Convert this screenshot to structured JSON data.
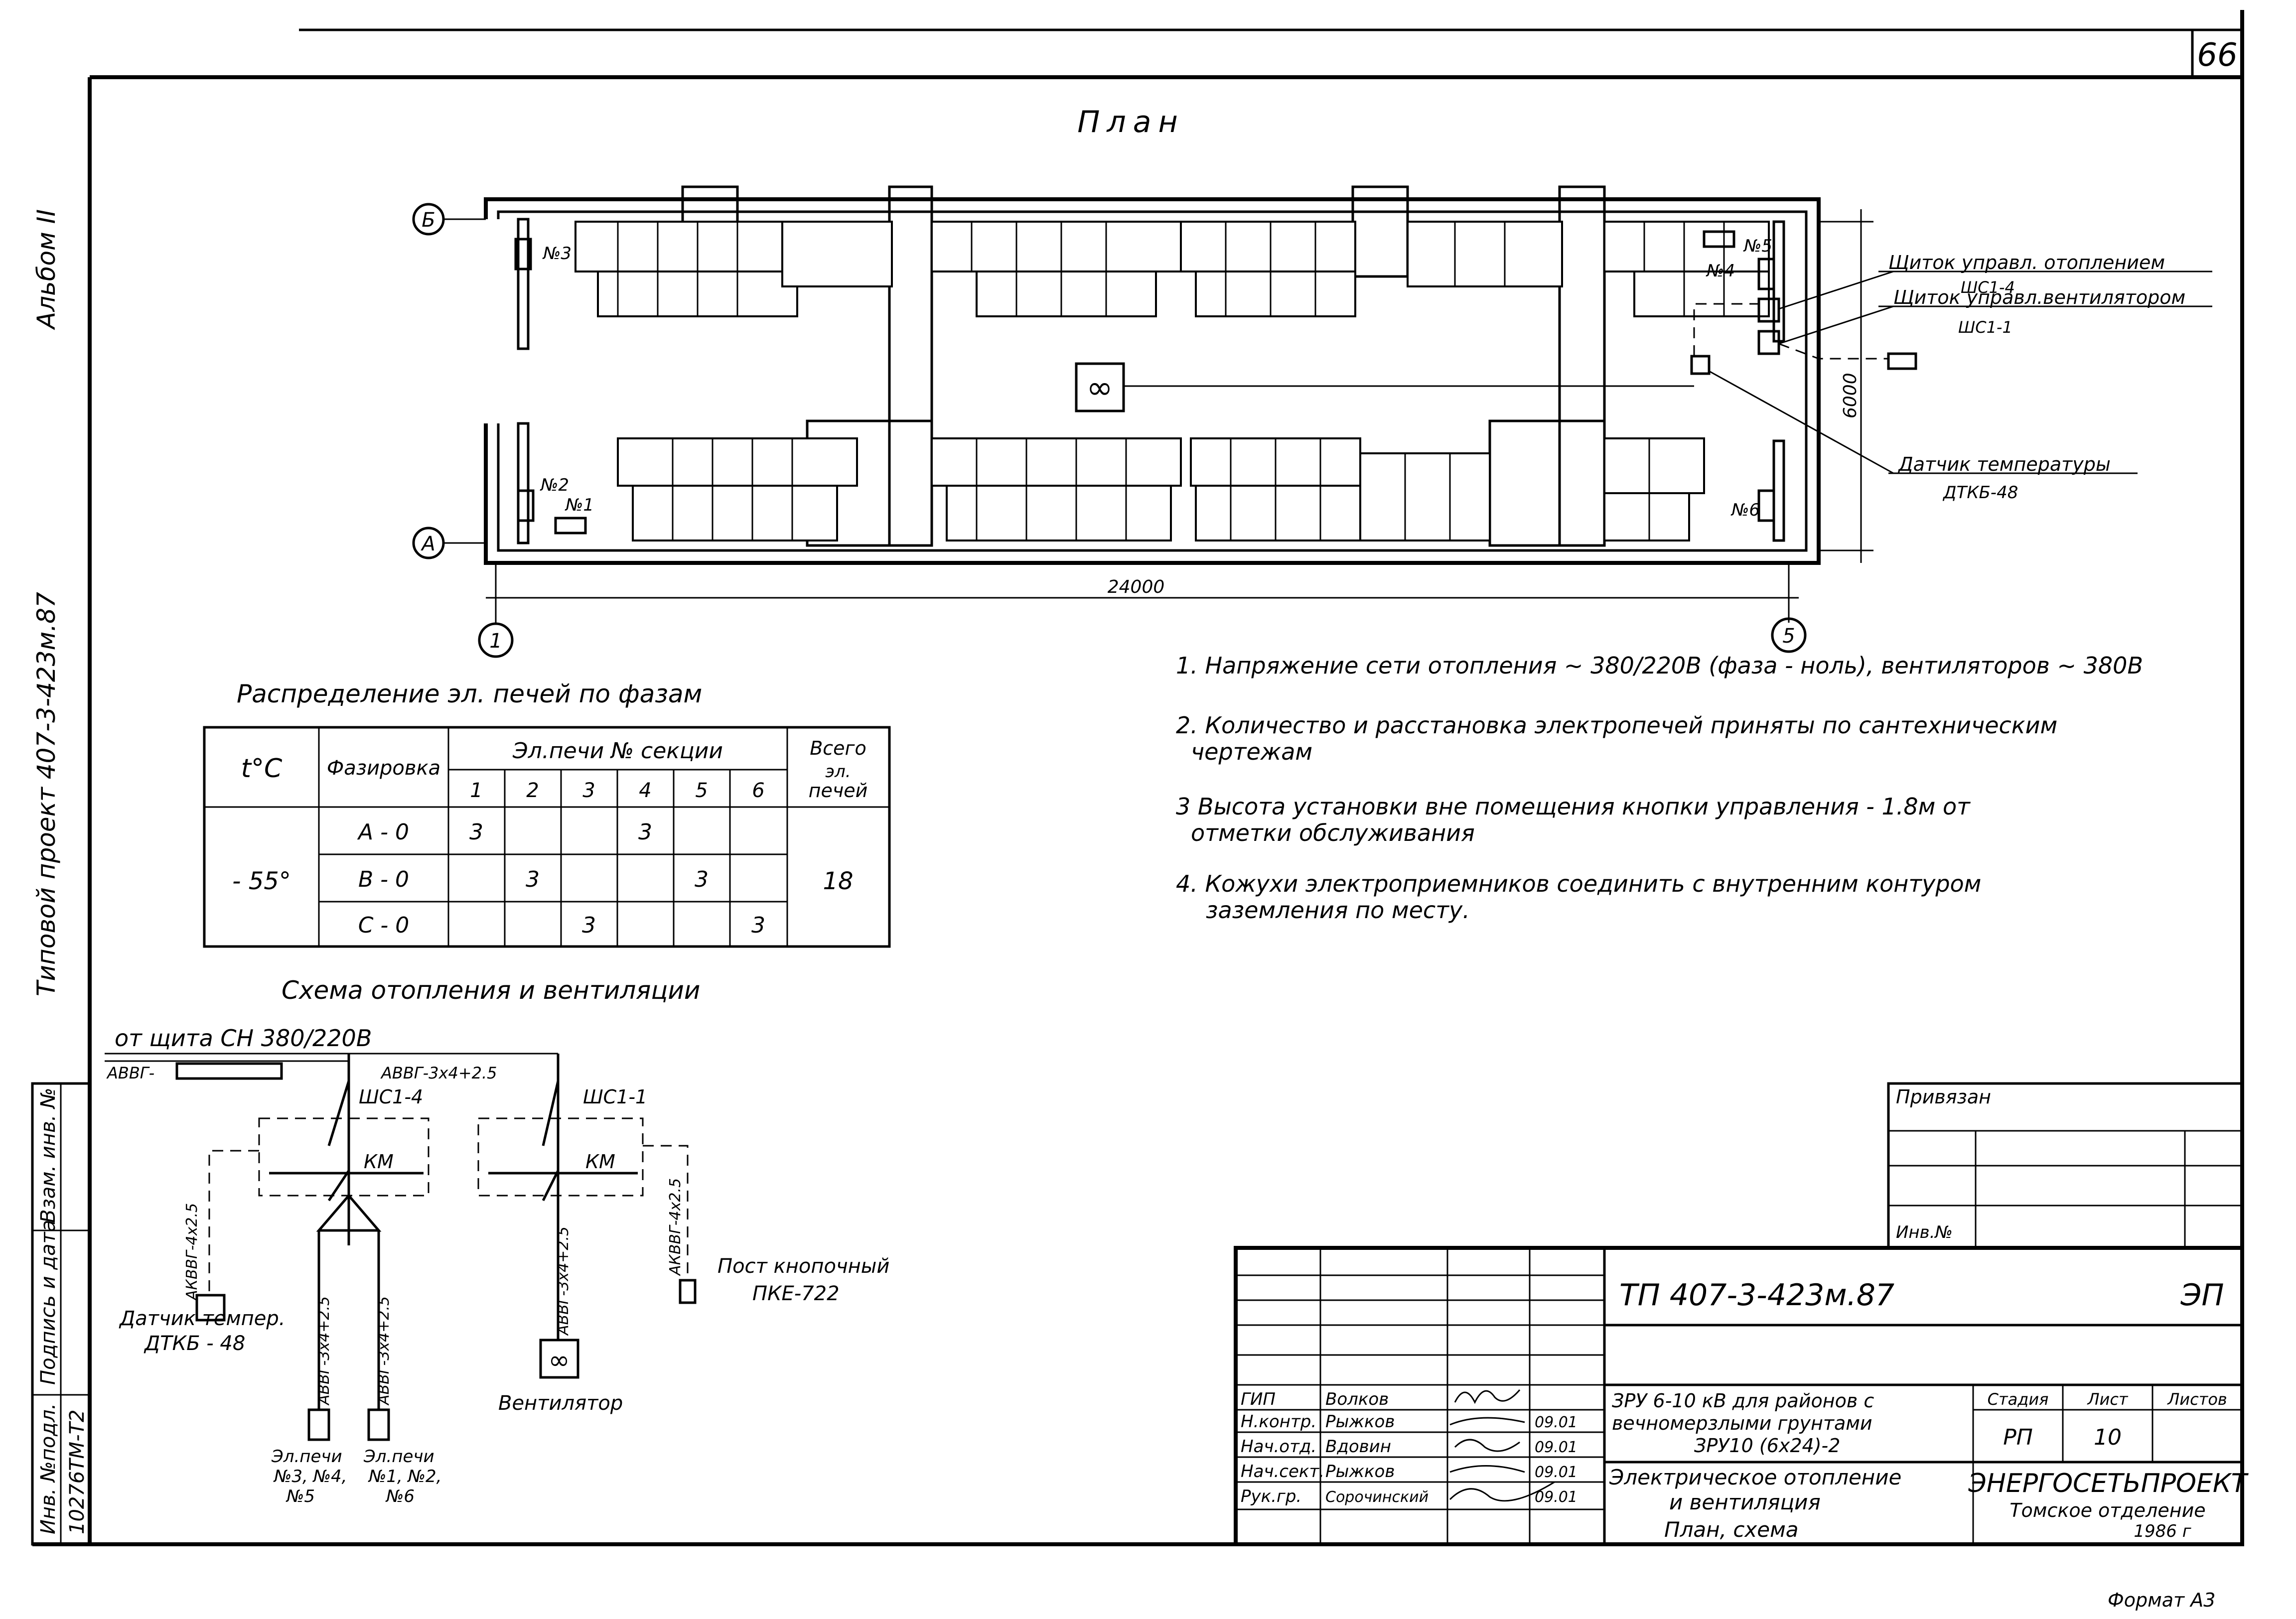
{
  "sheet_number": "66",
  "side_album": "Альбом II",
  "side_project": "Типовой проект 407-3-423м.87",
  "side_stamp_labels": [
    "Инв. №подл.",
    "Подпись и дата",
    "Взам. инв. №"
  ],
  "side_stamp_value": "10276ТМ-Т2",
  "plan": {
    "title": "План",
    "axis_b": "Б",
    "axis_a": "А",
    "axis_1": "1",
    "axis_5": "5",
    "dim_length": "24000",
    "dim_width": "6000",
    "heaters": [
      "№1",
      "№2",
      "№3",
      "№4",
      "№5",
      "№6"
    ],
    "fan_symbol": "∞",
    "label_heating_panel": "Щиток управл. отоплением",
    "label_heating_panel_code": "ШС1-4",
    "label_fan_panel": "Щиток управл.вентилятором",
    "label_fan_panel_code": "ШС1-1",
    "label_sensor": "Датчик температуры",
    "label_sensor_code": "ДТКБ-48"
  },
  "notes": [
    "1. Напряжение сети отопления ~ 380/220В (фаза - ноль), вентиляторов ~ 380В",
    "2. Количество и расстановка электропечей приняты по сантехническим",
    "чертежам",
    "3 Высота установки вне помещения кнопки управления - 1.8м от",
    "отметки обслуживания",
    "4. Кожухи электроприемников соединить с внутренним контуром",
    "заземления по месту."
  ],
  "distribution": {
    "title": "Распределение эл. печей по фазам",
    "h_temp": "t°C",
    "h_phase": "Фазировка",
    "h_sections": "Эл.печи  № секции",
    "h_total_1": "Всего",
    "h_total_2": "эл.",
    "h_total_3": "печей",
    "section_numbers": [
      "1",
      "2",
      "3",
      "4",
      "5",
      "6"
    ],
    "temp": "- 55°",
    "rows": [
      {
        "phase": "А - 0",
        "cells": [
          "3",
          "",
          "",
          "3",
          "",
          ""
        ]
      },
      {
        "phase": "В - 0",
        "cells": [
          "",
          "3",
          "",
          "",
          "3",
          ""
        ]
      },
      {
        "phase": "С - 0",
        "cells": [
          "",
          "",
          "3",
          "",
          "",
          "3"
        ]
      }
    ],
    "total": "18"
  },
  "scheme": {
    "title": "Схема отопления и вентиляции",
    "source": "от щита СН 380/220В",
    "cable_in": "АВВГ-",
    "cable_fan": "АВВГ-3х4+2.5",
    "panel_1": "ШС1-4",
    "panel_2": "ШС1-1",
    "km": "КМ",
    "cable_sensor": "АКВВГ-4х2.5",
    "cable_out_1": "АВВГ-3х4+2.5",
    "cable_out_2": "АВВГ-3х4+2.5",
    "cable_fan_out": "АВВГ-3х4+2.5",
    "cable_post": "АКВВГ-4х2.5",
    "sensor_1": "Датчик темпер.",
    "sensor_2": "ДТКБ - 48",
    "heaters_a_1": "Эл.печи",
    "heaters_a_2": "№3, №4,",
    "heaters_a_3": "№5",
    "heaters_b_1": "Эл.печи",
    "heaters_b_2": "№1, №2,",
    "heaters_b_3": "№6",
    "fan": "Вентилятор",
    "post_1": "Пост кнопочный",
    "post_2": "ПКЕ-722",
    "fan_symbol": "∞"
  },
  "title_block": {
    "privyazan": "Привязан",
    "inv": "Инв.№",
    "code": "ТП   407-3-423м.87",
    "mark": "ЭП",
    "roles": [
      {
        "role": "ГИП",
        "name": "Волков",
        "date": ""
      },
      {
        "role": "Н.контр.",
        "name": "Рыжков",
        "date": "09.01"
      },
      {
        "role": "Нач.отд.",
        "name": "Вдовин",
        "date": "09.01"
      },
      {
        "role": "Нач.сект.",
        "name": "Рыжков",
        "date": "09.01"
      },
      {
        "role": "Рук.гр.",
        "name": "Сорочинский",
        "date": "09.01"
      }
    ],
    "object_1": "ЗРУ 6-10 кВ для районов с",
    "object_2": "вечномерзлыми грунтами",
    "object_3": "ЗРУ10 (6х24)-2",
    "drawing_1": "Электрическое отопление",
    "drawing_2": "и вентиляция",
    "drawing_3": "План, схема",
    "stage_label": "Стадия",
    "sheet_label": "Лист",
    "sheets_label": "Листов",
    "stage": "РП",
    "sheet": "10",
    "org_1": "ЭНЕРГОСЕТЬПРОЕКТ",
    "org_2": "Томское отделение",
    "org_3": "1986 г"
  },
  "format": "Формат А3"
}
